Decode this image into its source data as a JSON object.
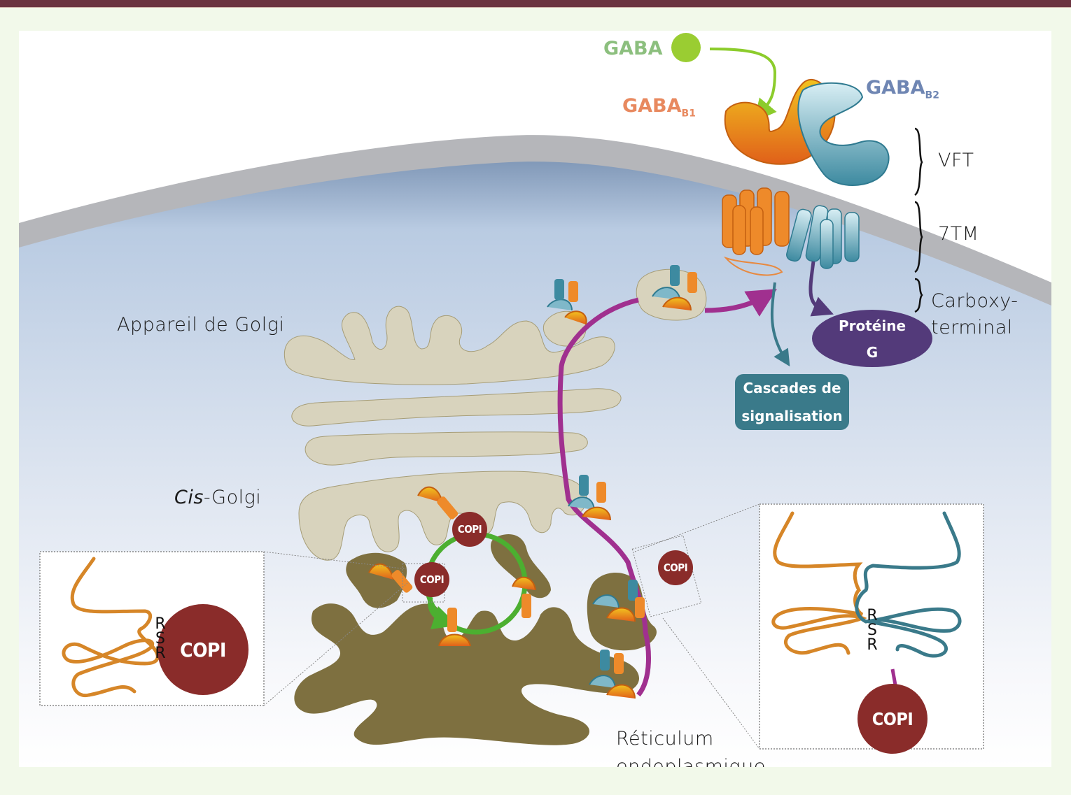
{
  "figure": {
    "labels": {
      "gaba": "GABA",
      "gaba_b1_main": "GABA",
      "gaba_b1_sub": "B1",
      "gaba_b2_main": "GABA",
      "gaba_b2_sub": "B2",
      "vft": "VFT",
      "tm7": "7TM",
      "carboxy_line1": "Carboxy-",
      "carboxy_line2": "terminal",
      "golgi": "Appareil de Golgi",
      "cis_italic": "Cis",
      "cis_rest": "-Golgi",
      "er_line1": "Réticulum",
      "er_line2": "endoplasmique",
      "g_protein_line1": "Protéine",
      "g_protein_line2": "G",
      "cascade_line1": "Cascades de",
      "cascade_line2": "signalisation"
    },
    "copi_label": "COPI",
    "rsr_motif": [
      "R",
      "S",
      "R"
    ],
    "colors": {
      "gaba_label": "#8cbf7e",
      "gaba_ligand": "#9acd32",
      "gaba_b1": "#e8893f",
      "gaba_b2": "#6f86b3",
      "copi": "#8a2c2a",
      "trafficking_path": "#a0308f",
      "copi_cycle": "#4caf30",
      "golgi": "#d8d3bd",
      "er": "#7e7040",
      "membrane": "#b5b6ba",
      "g_protein": "#533a7a",
      "cascade": "#3a7a8a",
      "header_bar": "#6b3440"
    }
  }
}
